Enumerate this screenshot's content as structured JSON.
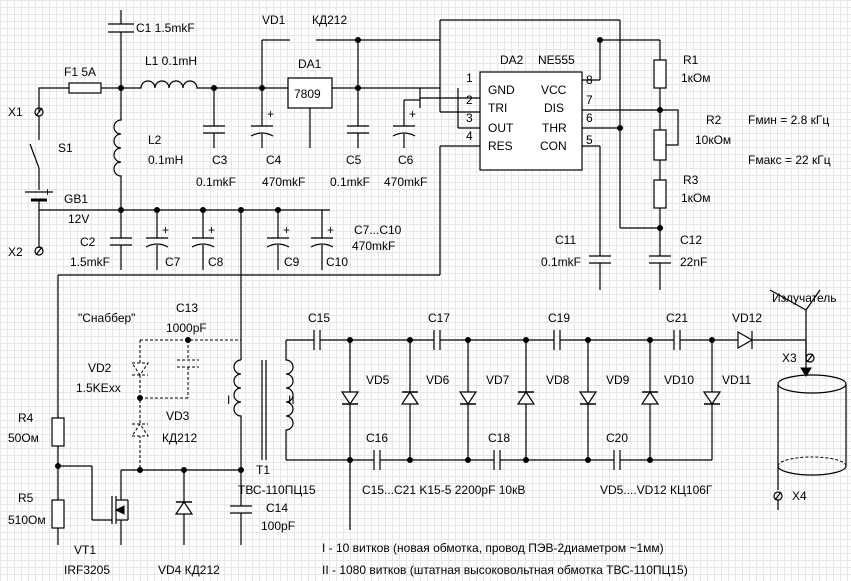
{
  "labels": {
    "c1": "C1 1.5mkF",
    "vd1": "VD1",
    "vd1_type": "КД212",
    "da2": "DA2",
    "ne555": "NE555",
    "f1": "F1 5A",
    "l1": "L1 0.1mH",
    "da1": "DA1",
    "ic7809": "7809",
    "x1": "X1",
    "s1": "S1",
    "l2": "L2",
    "l2_val": "0.1mH",
    "c3": "C3",
    "c4": "C4",
    "c5": "C5",
    "c6": "C6",
    "v_c3": "0.1mkF",
    "v_c4": "470mkF",
    "v_c5": "0.1mkF",
    "v_c6": "470mkF",
    "gb1": "GB1",
    "gb1_val": "12V",
    "x2": "X2",
    "c2": "C2",
    "c2_val": "1.5mkF",
    "c7": "C7",
    "c8": "C8",
    "c9": "C9",
    "c10": "C10",
    "c7c10": "C7...C10",
    "c7c10_val": "470mkF",
    "r1": "R1",
    "r1_val": "1кОм",
    "r2": "R2",
    "r2_val": "10кОм",
    "r3": "R3",
    "r3_val": "1кОм",
    "fmin": "Fмин = 2.8 кГц",
    "fmax": "Fмакс = 22 кГц",
    "c11": "C11",
    "c11_val": "0.1mkF",
    "c12": "C12",
    "c12_val": "22nF",
    "pin_gnd": "GND",
    "pin_tri": "TRI",
    "pin_out": "OUT",
    "pin_res": "RES",
    "pin_vcc": "VCC",
    "pin_dis": "DIS",
    "pin_thr": "THR",
    "pin_con": "CON",
    "p1": "1",
    "p2": "2",
    "p3": "3",
    "p4": "4",
    "p5": "5",
    "p6": "6",
    "p7": "7",
    "p8": "8",
    "snubber": "\"Снаббер\"",
    "c13": "C13",
    "c13_val": "1000pF",
    "vd2": "VD2",
    "vd2_val": "1.5KExx",
    "vd3": "VD3",
    "vd3_val": "КД212",
    "r4": "R4",
    "r4_val": "50Ом",
    "r5": "R5",
    "r5_val": "510Ом",
    "vt1": "VT1",
    "vt1_val": "IRF3205",
    "vd4": "VD4 КД212",
    "t1": "T1",
    "t1_val": "ТВС-110ПЦ15",
    "c14": "C14",
    "c14_val": "100pF",
    "wind1": "I",
    "wind2": "II",
    "c15": "C15",
    "c16": "C16",
    "c17": "C17",
    "c18": "C18",
    "c19": "C19",
    "c20": "C20",
    "c21": "C21",
    "vd5": "VD5",
    "vd6": "VD6",
    "vd7": "VD7",
    "vd8": "VD8",
    "vd9": "VD9",
    "vd10": "VD10",
    "vd11": "VD11",
    "vd12": "VD12",
    "caps_note": "C15...C21 K15-5 2200pF 10кВ",
    "diodes_note": "VD5....VD12 КЦ106Г",
    "emitter": "Излучатель",
    "x3": "X3",
    "x4": "X4",
    "note1": "I - 10 витков (новая обмотка, провод ПЭВ-2диаметром ~1мм)",
    "note2": "II - 1080 витков (штатная высоковольтная обмотка ТВС-110ПЦ15)",
    "plus": "+"
  }
}
